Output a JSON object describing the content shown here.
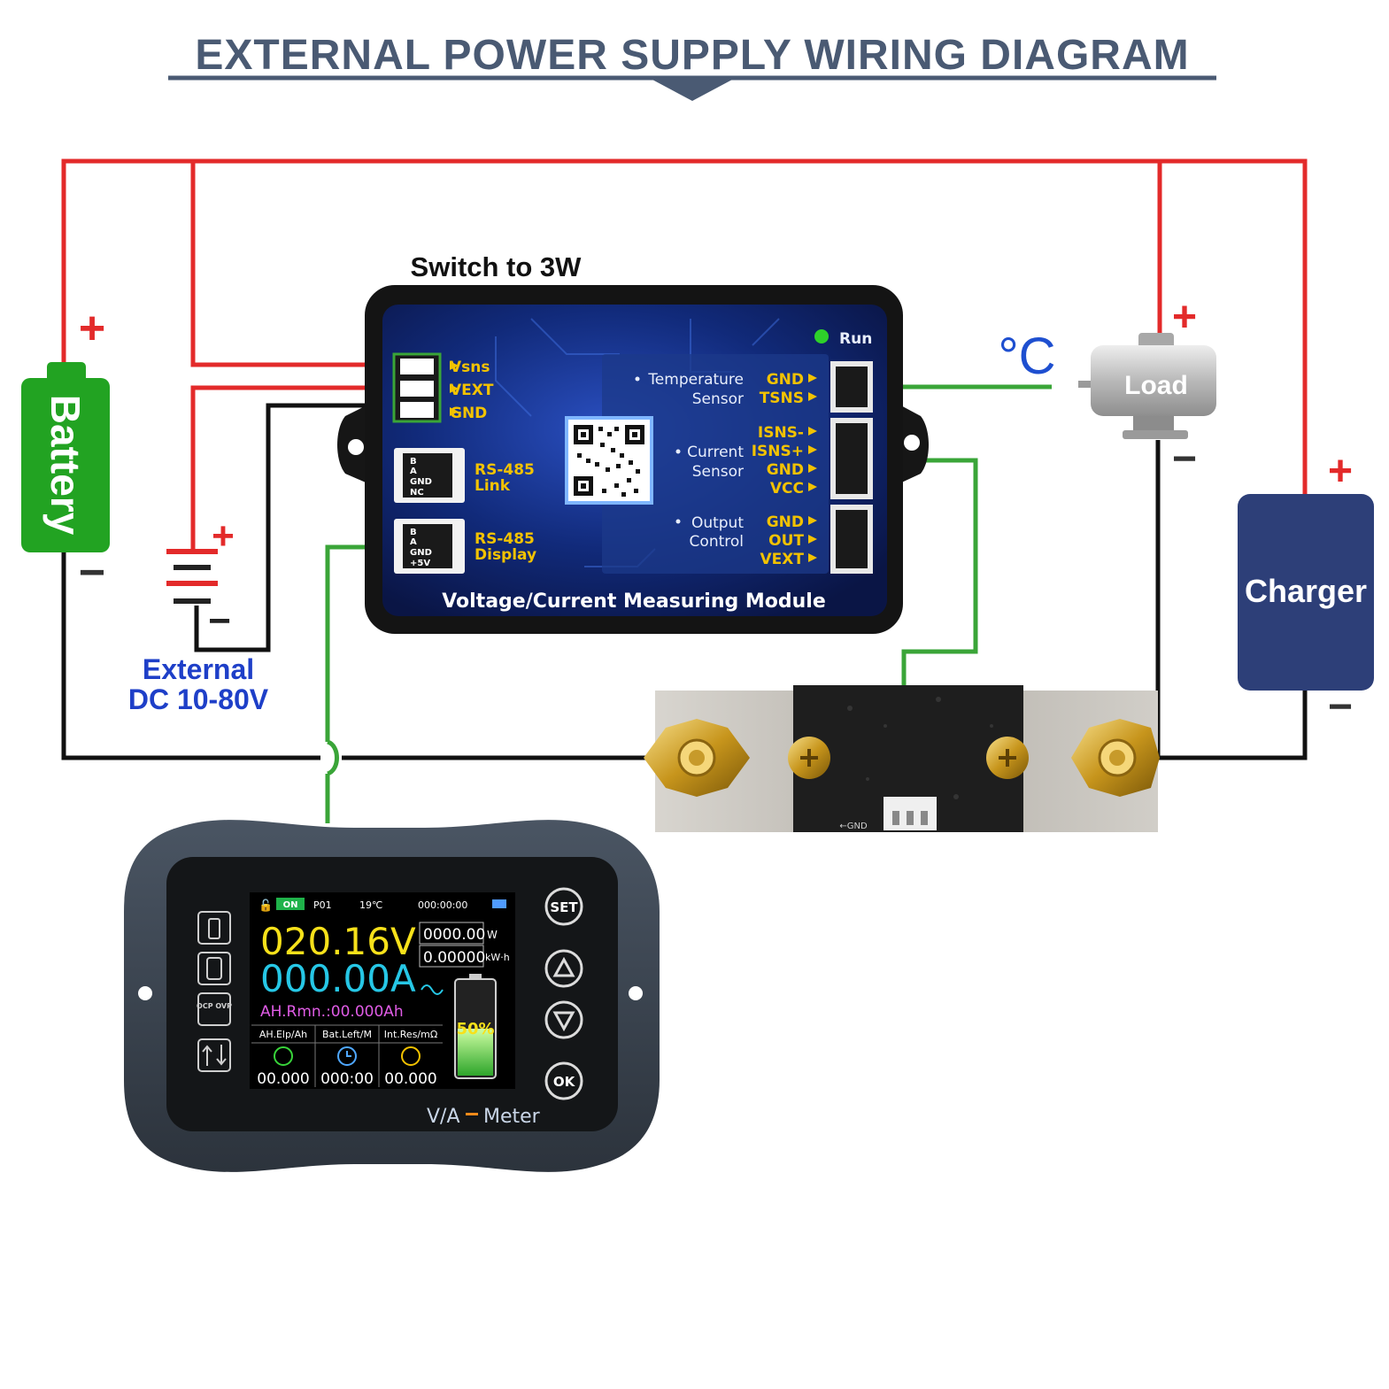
{
  "title": "EXTERNAL POWER SUPPLY WIRING DIAGRAM",
  "switch_label": "Switch to 3W",
  "battery": {
    "label": "Battery",
    "plus": "+",
    "minus": "−"
  },
  "external": {
    "line1": "External",
    "line2": "DC 10-80V",
    "plus": "+",
    "minus": "−"
  },
  "load": {
    "label": "Load",
    "plus": "+",
    "minus": "−"
  },
  "charger": {
    "label": "Charger",
    "plus": "+",
    "minus": "−"
  },
  "temp_symbol": "°C",
  "module": {
    "run": "Run",
    "title": "Voltage/Current Measuring Module",
    "left_pins": [
      "Vsns",
      "VEXT",
      "GND"
    ],
    "rs485_link": {
      "line1": "RS-485",
      "line2": "Link",
      "pins": [
        "B",
        "A",
        "GND",
        "NC"
      ]
    },
    "rs485_display": {
      "line1": "RS-485",
      "line2": "Display",
      "pins": [
        "B",
        "A",
        "GND",
        "+5V"
      ]
    },
    "temperature": {
      "line1": "Temperature",
      "line2": "Sensor",
      "pins": [
        "GND",
        "TSNS"
      ]
    },
    "current": {
      "line1": "Current",
      "line2": "Sensor",
      "pins": [
        "ISNS-",
        "ISNS+",
        "GND",
        "VCC"
      ]
    },
    "output": {
      "line1": "Output",
      "line2": "Control",
      "pins": [
        "GND",
        "OUT",
        "VEXT"
      ]
    }
  },
  "shunt": {
    "gnd_mark": "←GND"
  },
  "meter": {
    "status": {
      "on": "ON",
      "profile": "P01",
      "temp": "19℃",
      "time": "000:00:00"
    },
    "voltage": "020.16V",
    "current": "000.00A",
    "power": "0000.00",
    "power_unit": "W",
    "energy": "0.00000",
    "energy_unit": "kW·h",
    "ah_remaining": "AH.Rmn.:00.000Ah",
    "cols": [
      "AH.Elp/Ah",
      "Bat.Left/M",
      "Int.Res/mΩ"
    ],
    "col_values": [
      "00.000",
      "000:00",
      "00.000"
    ],
    "battery_pct": "50%",
    "battery_level": 0.5,
    "buttons": [
      "SET",
      "OK"
    ],
    "side_icons": [
      "battery-icon",
      "phone-icon",
      "ocp-ovp-icon",
      "updown-arrows-icon"
    ],
    "ocp_label": "OCP OVP",
    "brand_v": "V/A",
    "brand_meter": "Meter"
  },
  "colors": {
    "positive_wire": "#e32a2a",
    "negative_wire": "#111111",
    "signal_wire": "#3aa538",
    "battery": "#22a322",
    "charger": "#2d3f78",
    "module": "#0e1a4a",
    "accent_yellow": "#f2c200"
  }
}
